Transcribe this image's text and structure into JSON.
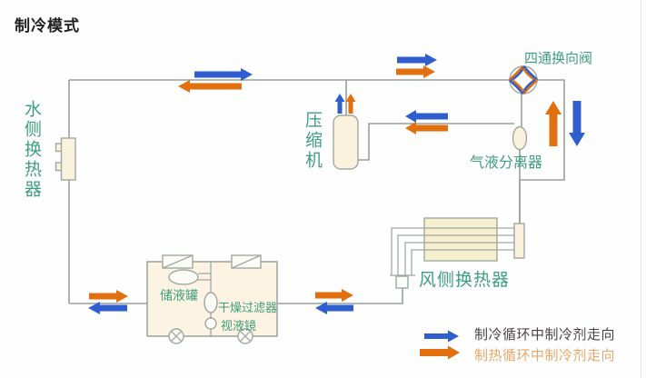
{
  "title": "制冷模式",
  "colors": {
    "cooling": "#2f5ecf",
    "heating": "#e2700f",
    "label_green": "#3f9e7d",
    "line_gray": "#989f9b",
    "component_fill": "#faf2dc",
    "coil_fill": "#f7f0cf",
    "block_fill": "#fcf3e2",
    "legend_cooling_text": "#4a4344",
    "legend_heating_text": "#e9a767"
  },
  "labels": {
    "water_side_hx": "水侧换热器",
    "compressor": "压缩机",
    "four_way_valve": "四通换向阀",
    "gas_liquid_separator": "气液分离器",
    "air_side_hx": "风侧换热器",
    "receiver": "储液罐",
    "dryer_filter": "干燥过滤器",
    "sight_glass": "视液镜"
  },
  "legend": {
    "cooling": "制冷循环中制冷剂走向",
    "heating": "制热循环中制冷剂走向"
  }
}
